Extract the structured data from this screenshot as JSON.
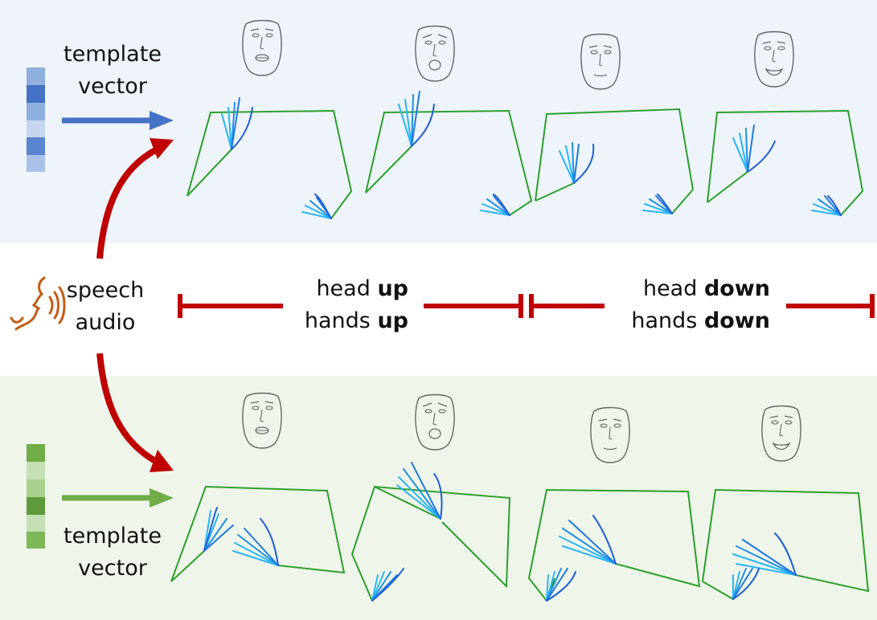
{
  "top_panel": {
    "label_line1": "template",
    "label_line2": "vector",
    "vector_colors": [
      "#8fb0df",
      "#4472c4",
      "#8fb0df",
      "#c6d6ef",
      "#5a86d0",
      "#a9c1e8"
    ]
  },
  "bottom_panel": {
    "label_line1": "template",
    "label_line2": "vector",
    "vector_colors": [
      "#70ad47",
      "#c5e0b4",
      "#a9d18e",
      "#5f9b3c",
      "#c5e0b4",
      "#7fb858"
    ]
  },
  "audio": {
    "label_line1": "speech",
    "label_line2": "audio"
  },
  "segments": [
    {
      "line1_plain": "head ",
      "line1_bold": "up",
      "line2_plain": "hands ",
      "line2_bold": "up"
    },
    {
      "line1_plain": "head ",
      "line1_bold": "down",
      "line2_plain": "hands ",
      "line2_bold": "down"
    }
  ],
  "colors": {
    "top_band": "#eef4fa",
    "bottom_band": "#eff5ea",
    "blue_arrow": "#4472c4",
    "green_arrow": "#70ad47",
    "red_arrow": "#c00000",
    "speaker_icon": "#c55a11",
    "body_outline": "#2ca02c",
    "hand_dark": "#1f5fd6",
    "hand_light": "#29b6f6",
    "face": "#666666"
  }
}
